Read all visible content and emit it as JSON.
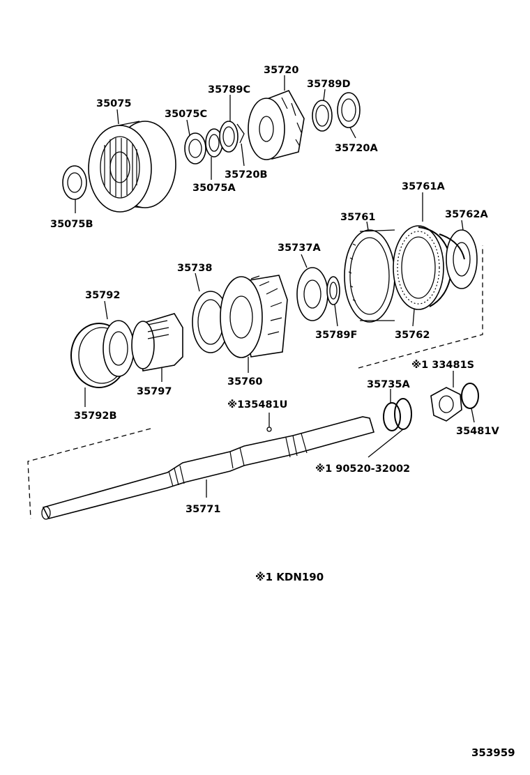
{
  "parts": {
    "p35075": "35075",
    "p35075C": "35075C",
    "p35789C": "35789C",
    "p35720": "35720",
    "p35789D": "35789D",
    "p35720A": "35720A",
    "p35720B": "35720B",
    "p35075A": "35075A",
    "p35075B": "35075B",
    "p35761A": "35761A",
    "p35761": "35761",
    "p35762A": "35762A",
    "p35737A": "35737A",
    "p35738": "35738",
    "p35792": "35792",
    "p35789F": "35789F",
    "p35762": "35762",
    "p33481S": "※1 33481S",
    "p35797": "35797",
    "p35760": "35760",
    "p35735A": "35735A",
    "p135481U": "※135481U",
    "p35792B": "35792B",
    "p35481V": "35481V",
    "p90520": "※1 90520-32002",
    "p35771": "35771"
  },
  "note": "※1  KDN190",
  "diagram_number": "353959"
}
